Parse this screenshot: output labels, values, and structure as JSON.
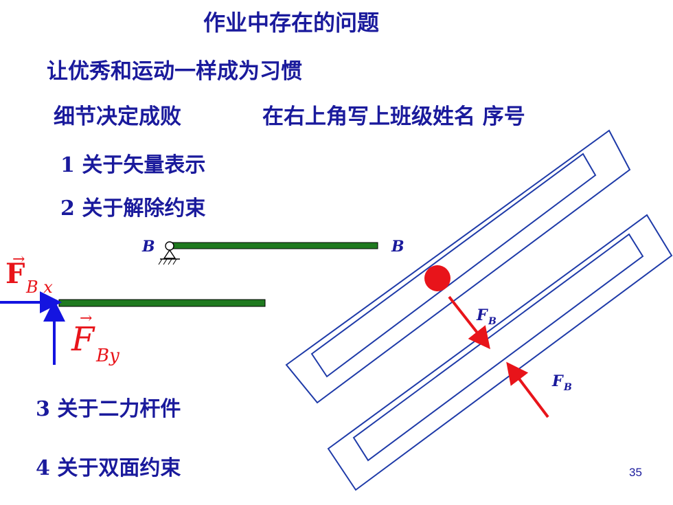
{
  "slide": {
    "title": "作业中存在的问题",
    "motto": "让优秀和运动一样成为习惯",
    "detail": "细节决定成败",
    "instruction": "在右上角写上班级姓名 序号",
    "items": [
      {
        "num": "1",
        "text": "关于矢量表示"
      },
      {
        "num": "2",
        "text": "关于解除约束"
      },
      {
        "num": "3",
        "text": "关于二力杆件"
      },
      {
        "num": "4",
        "text": "关于双面约束"
      }
    ],
    "page_number": "35"
  },
  "diagram": {
    "support_label_left": "B",
    "support_label_right": "B",
    "fbx_main": "F",
    "fbx_sub": "B x",
    "fby_main": "F",
    "fby_sub": "By",
    "arrow_vec": "→",
    "fb_upper_main": "F",
    "fb_upper_sub": "B",
    "fb_lower_main": "F",
    "fb_lower_sub": "B",
    "colors": {
      "text_blue": "#1a1a9c",
      "beam_green": "#1f7a1f",
      "force_red": "#e8141a",
      "reaction_blue": "#1414e0",
      "slot_blue": "#1e3aa8"
    }
  }
}
